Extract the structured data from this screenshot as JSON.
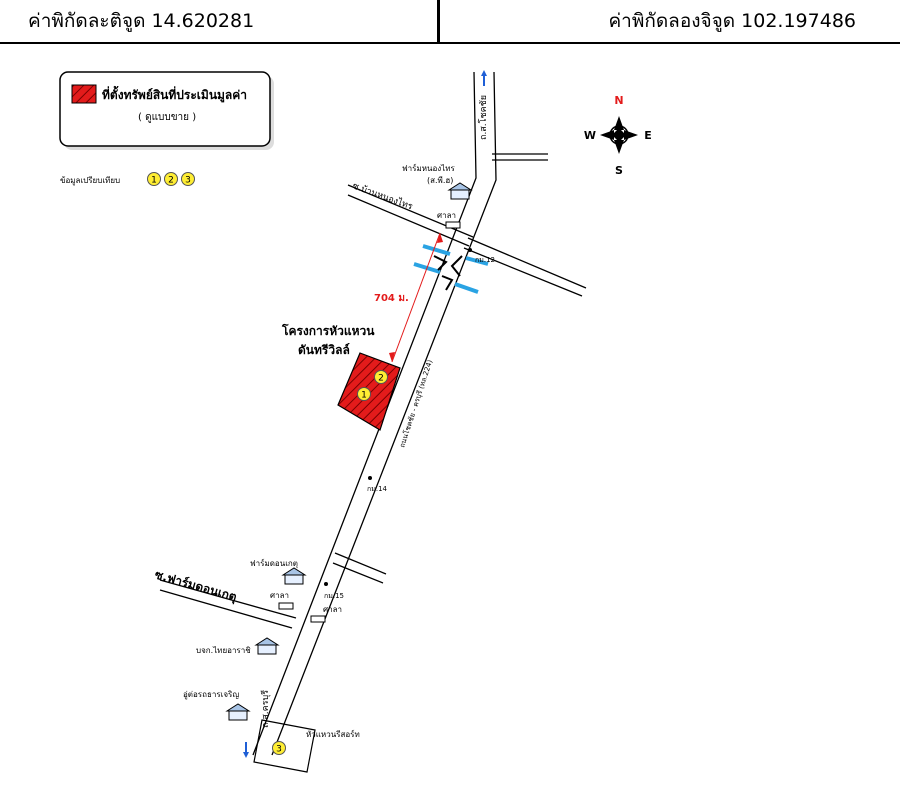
{
  "header": {
    "latitude": "ค่าพิกัดละติจูด 14.620281",
    "longitude": "ค่าพิกัดลองจิจูด 102.197486"
  },
  "legend": {
    "title": "ที่ตั้งทรัพย์สินที่ประเมินมูลค่า",
    "subtitle": "( ดูแบบขาย )",
    "compare_label": "ข้อมูลเปรียบเทียบ",
    "compare_numbers": [
      "1",
      "2",
      "3"
    ],
    "fill_color": "#e31b1b"
  },
  "compass": {
    "n": "N",
    "s": "S",
    "e": "E",
    "w": "W",
    "n_color": "#e31b1b"
  },
  "roads": {
    "north_road": "ถ.ส.โชคชัย",
    "south_road": "ถ.ส.ครบุรี",
    "main_road": "ถนนโชคชัย - ครบุรี (ทล.224)",
    "soi_north": "ซ.บ้านหนองไทร",
    "soi_south": "ซ.ฟาร์มดอนเกตุ"
  },
  "places": {
    "project_line1": "โครงการหัวแหวน",
    "project_line2": "ดันทรีวิลล์",
    "distance": "704 ม.",
    "farm_north": "ฟาร์มหนองไทร",
    "farm_north_sub": "(ส.พี.ฮ)",
    "sala": "ศาลา",
    "km12": "กม.12",
    "km14": "กม.14",
    "km15": "กม.15",
    "farm_south": "ฟาร์มดอนเกตุ",
    "company": "บจก.ไทยอาราชิ",
    "garage": "อู่ต่อรถธารเจริญ",
    "huawaen": "หัวแหวนรีสอร์ท"
  },
  "markers": [
    "1",
    "2",
    "3"
  ]
}
